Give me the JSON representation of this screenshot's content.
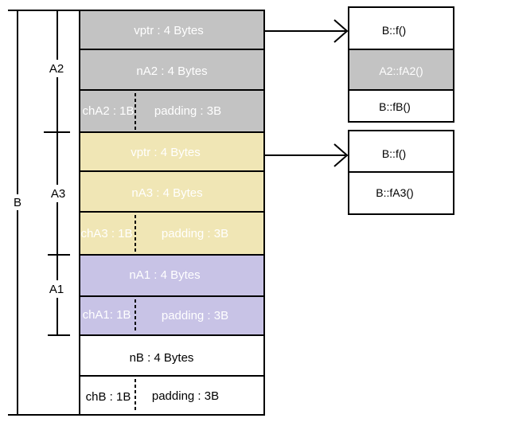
{
  "colors": {
    "gray": "#c3c3c3",
    "yellow": "#f0e6b5",
    "purple": "#c8c3e6",
    "white": "#ffffff",
    "line": "#000000",
    "light_text": "#ffffff",
    "dark_text": "#000000"
  },
  "brackets": {
    "outer": "B",
    "a2": "A2",
    "a3": "A3",
    "a1": "A1"
  },
  "cells": {
    "a2_vptr": "vptr : 4 Bytes",
    "a2_n": "nA2 : 4 Bytes",
    "a2_ch": "chA2 : 1B",
    "a2_pad": "padding : 3B",
    "a3_vptr": "vptr : 4 Bytes",
    "a3_n": "nA3 : 4 Bytes",
    "a3_ch": "chA3 : 1B",
    "a3_pad": "padding : 3B",
    "a1_n": "nA1 : 4 Bytes",
    "a1_ch": "chA1: 1B",
    "a1_pad": "padding : 3B",
    "b_n": "nB : 4 Bytes",
    "b_ch": "chB : 1B",
    "b_pad": "padding : 3B"
  },
  "vtables": {
    "first": [
      "B::f()",
      "A2::fA2()",
      "B::fB()"
    ],
    "second": [
      "B::f()",
      "B::fA3()"
    ]
  }
}
